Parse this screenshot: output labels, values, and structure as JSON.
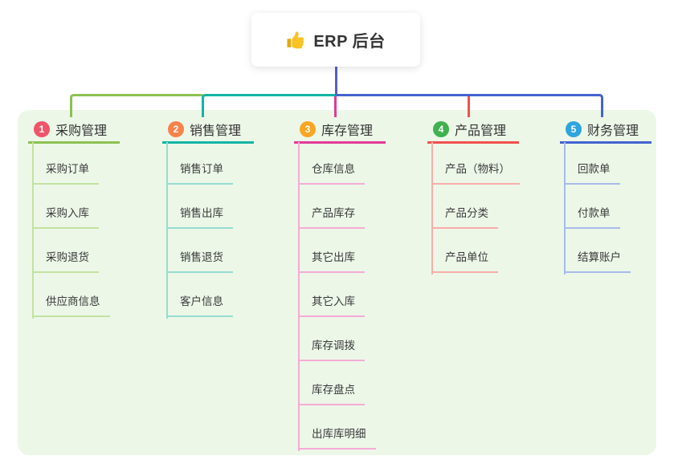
{
  "root": {
    "label": "ERP 后台",
    "icon": "thumbs-up"
  },
  "connectors": {
    "root_line_color": "#5561c6"
  },
  "colors": {
    "page_bg": "#ffffff",
    "panel_bg": "#ecf7e8",
    "text": "#333333"
  },
  "branches": [
    {
      "badge": "1",
      "label": "采购管理",
      "color": "#8cc152",
      "badge_color": "#ef5468",
      "child_line_color": "#c3e2a0",
      "children": [
        "采购订单",
        "采购入库",
        "采购退货",
        "供应商信息"
      ]
    },
    {
      "badge": "2",
      "label": "销售管理",
      "color": "#13b5a5",
      "badge_color": "#f9824c",
      "child_line_color": "#96dcd1",
      "children": [
        "销售订单",
        "销售出库",
        "销售退货",
        "客户信息"
      ]
    },
    {
      "badge": "3",
      "label": "库存管理",
      "color": "#e23a97",
      "badge_color": "#f9a623",
      "child_line_color": "#f5abd5",
      "children": [
        "仓库信息",
        "产品库存",
        "其它出库",
        "其它入库",
        "库存调拨",
        "库存盘点",
        "出库库明细"
      ]
    },
    {
      "badge": "4",
      "label": "产品管理",
      "color": "#f2504e",
      "badge_color": "#3fb14e",
      "child_line_color": "#f8adaa",
      "children": [
        "产品（物料）",
        "产品分类",
        "产品单位"
      ]
    },
    {
      "badge": "5",
      "label": "财务管理",
      "color": "#4363d0",
      "badge_color": "#2ea4dd",
      "child_line_color": "#a8baec",
      "children": [
        "回款单",
        "付款单",
        "结算账户"
      ]
    }
  ]
}
